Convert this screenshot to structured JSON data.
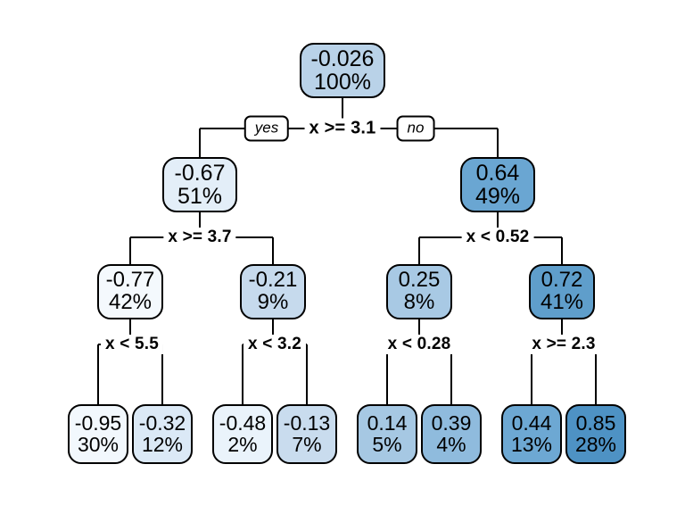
{
  "chart_data": {
    "type": "diagram",
    "diagram_kind": "decision-tree",
    "title": "",
    "palette": {
      "edge_color": "#000000",
      "node_border": "#000000",
      "text_color": "#000000",
      "background": "#ffffff",
      "fill_low": "#ffffff",
      "fill_high": "#4e92c4"
    },
    "value_label_suffix": "%",
    "root": {
      "id": "n1",
      "value": "-0.026",
      "percent": "100%",
      "fill": "#b9d2e8",
      "split": "x >= 3.1",
      "yes_label": "yes",
      "no_label": "no"
    },
    "nodes": [
      {
        "id": "n1",
        "level": 1,
        "value": "-0.026",
        "percent": "100%",
        "fill": "#b9d2e8"
      },
      {
        "id": "n2",
        "level": 2,
        "value": "-0.67",
        "percent": "51%",
        "fill": "#e3eef8"
      },
      {
        "id": "n3",
        "level": 2,
        "value": "0.64",
        "percent": "49%",
        "fill": "#6aa6d2"
      },
      {
        "id": "n4",
        "level": 3,
        "value": "-0.77",
        "percent": "42%",
        "fill": "#f4f9fd"
      },
      {
        "id": "n5",
        "level": 3,
        "value": "-0.21",
        "percent": "9%",
        "fill": "#c6daed"
      },
      {
        "id": "n6",
        "level": 3,
        "value": "0.25",
        "percent": "8%",
        "fill": "#a8c9e4"
      },
      {
        "id": "n7",
        "level": 3,
        "value": "0.72",
        "percent": "41%",
        "fill": "#5f9ecb"
      },
      {
        "id": "n8",
        "level": 4,
        "value": "-0.95",
        "percent": "30%",
        "fill": "#f2f8fd"
      },
      {
        "id": "n9",
        "level": 4,
        "value": "-0.32",
        "percent": "12%",
        "fill": "#dbe9f6"
      },
      {
        "id": "n10",
        "level": 4,
        "value": "-0.48",
        "percent": "2%",
        "fill": "#eaf3fb"
      },
      {
        "id": "n11",
        "level": 4,
        "value": "-0.13",
        "percent": "7%",
        "fill": "#c9dcee"
      },
      {
        "id": "n12",
        "level": 4,
        "value": "0.14",
        "percent": "5%",
        "fill": "#a6c8e3"
      },
      {
        "id": "n13",
        "level": 4,
        "value": "0.39",
        "percent": "4%",
        "fill": "#8fbbdd"
      },
      {
        "id": "n14",
        "level": 4,
        "value": "0.44",
        "percent": "13%",
        "fill": "#6da8d3"
      },
      {
        "id": "n15",
        "level": 4,
        "value": "0.85",
        "percent": "28%",
        "fill": "#4e92c4"
      }
    ],
    "splits": [
      {
        "id": "s1",
        "label": "x >= 3.1",
        "level": 1,
        "parent": "n1",
        "children": [
          "n2",
          "n3"
        ]
      },
      {
        "id": "s2",
        "label": "x >= 3.7",
        "level": 2,
        "parent": "n2",
        "children": [
          "n4",
          "n5"
        ]
      },
      {
        "id": "s3",
        "label": "x < 0.52",
        "level": 2,
        "parent": "n3",
        "children": [
          "n6",
          "n7"
        ]
      },
      {
        "id": "s4",
        "label": "x < 5.5",
        "level": 3,
        "parent": "n4",
        "children": [
          "n8",
          "n9"
        ]
      },
      {
        "id": "s5",
        "label": "x < 3.2",
        "level": 3,
        "parent": "n5",
        "children": [
          "n10",
          "n11"
        ]
      },
      {
        "id": "s6",
        "label": "x < 0.28",
        "level": 3,
        "parent": "n6",
        "children": [
          "n12",
          "n13"
        ]
      },
      {
        "id": "s7",
        "label": "x >= 2.3",
        "level": 3,
        "parent": "n7",
        "children": [
          "n14",
          "n15"
        ]
      }
    ],
    "leaf_values": [
      -0.95,
      -0.32,
      -0.48,
      -0.13,
      0.14,
      0.39,
      0.44,
      0.85
    ],
    "leaf_percents": [
      30,
      12,
      2,
      7,
      5,
      4,
      13,
      28
    ]
  }
}
